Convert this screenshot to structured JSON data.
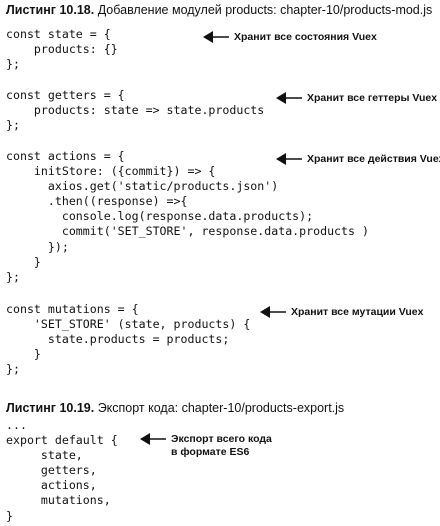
{
  "listing1": {
    "number": "Листинг 10.18.",
    "title": "Добавление модулей products: chapter-10/products-mod.js"
  },
  "code1": {
    "state": "const state = {\n    products: {}\n};",
    "getters": "const getters = {\n    products: state => state.products\n};",
    "actions": "const actions = {\n    initStore: ({commit}) => {\n      axios.get('static/products.json')\n      .then((response) =>{\n        console.log(response.data.products);\n        commit('SET_STORE', response.data.products )\n      });\n    }\n};",
    "mutations": "const mutations = {\n    'SET_STORE' (state, products) {\n      state.products = products;\n    }\n};"
  },
  "annotations": {
    "state": "Хранит все состояния Vuex",
    "getters": "Хранит все геттеры Vuex",
    "actions": "Хранит все действия Vuex",
    "mutations": "Хранит все мутации Vuex",
    "export": "Экспорт всего кода\nв формате ES6"
  },
  "listing2": {
    "number": "Листинг 10.19.",
    "title": "Экспорт кода: chapter-10/products-export.js"
  },
  "code2": {
    "export": "...\nexport default {\n     state,\n     getters,\n     actions,\n     mutations,\n}"
  }
}
